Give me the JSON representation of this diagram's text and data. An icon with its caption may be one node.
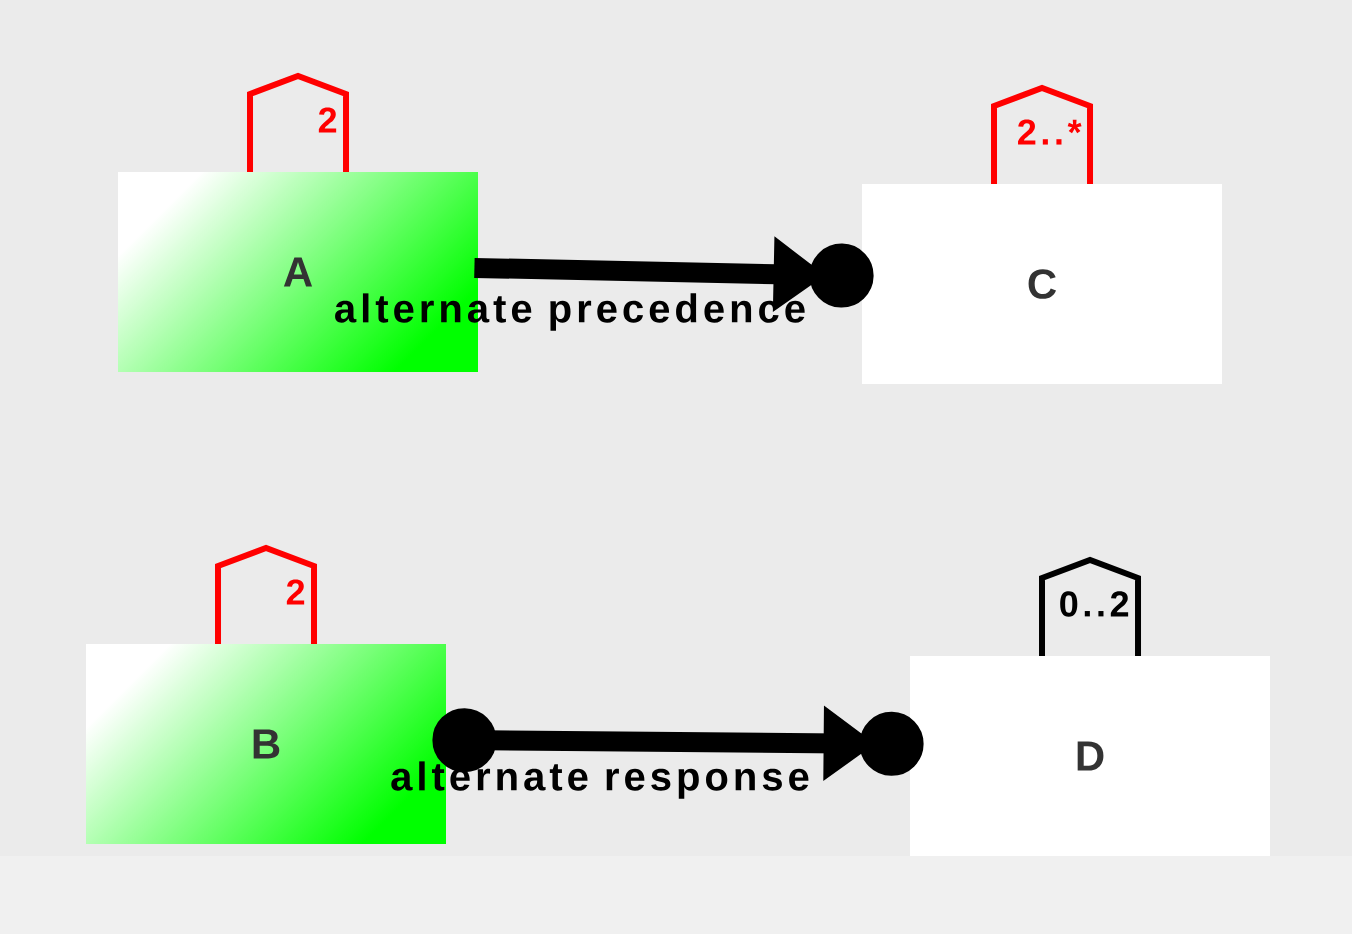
{
  "diagram": {
    "nodes": [
      {
        "text": [
          "2",
          "A"
        ]
      },
      {
        "text": [
          "2..*",
          "C"
        ]
      },
      {
        "text": [
          "2",
          "B"
        ]
      },
      {
        "text": [
          "0..2",
          "D"
        ]
      }
    ],
    "edges": [
      {
        "from": 0,
        "to": 1,
        "arrow": "to",
        "label": "alternate precedence"
      },
      {
        "from": 2,
        "to": 3,
        "arrow": "to",
        "label": "alternate response"
      }
    ]
  }
}
